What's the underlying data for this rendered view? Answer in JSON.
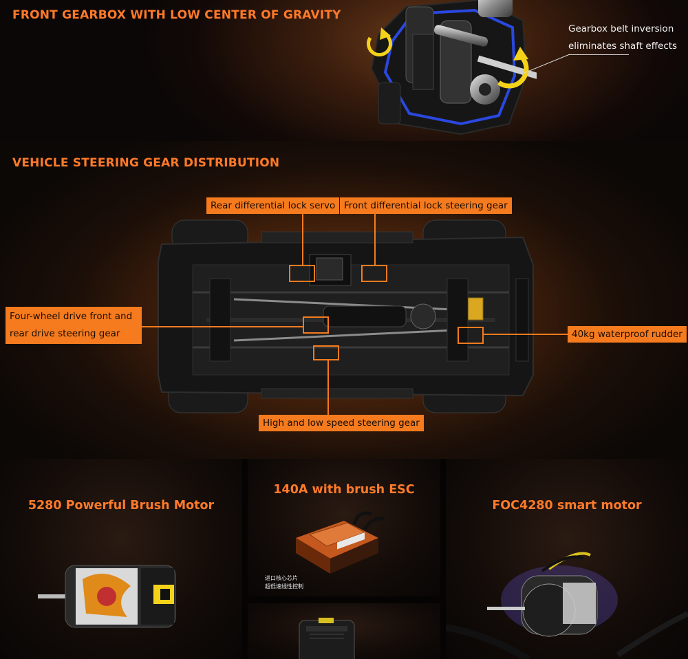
{
  "section1": {
    "title": "FRONT GEARBOX WITH LOW CENTER OF GRAVITY",
    "callout_line1": "Gearbox belt inversion",
    "callout_line2": "eliminates shaft effects"
  },
  "section2": {
    "title": "VEHICLE STEERING GEAR DISTRIBUTION",
    "tags": {
      "rear_diff_lock": "Rear differential lock servo",
      "front_diff_lock": "Front differential lock steering gear",
      "four_wheel_line1": "Four-wheel drive front and",
      "four_wheel_line2": "rear drive steering gear",
      "rudder": "40kg waterproof rudder",
      "speed_gear": "High and low speed steering gear"
    }
  },
  "bottom": {
    "panel_left_title": "5280 Powerful Brush Motor",
    "panel_mid_title": "140A with brush ESC",
    "panel_right_title": "FOC4280 smart motor",
    "esc_cn_line1": "进口核心芯片",
    "esc_cn_line2": "超低速线性控制"
  },
  "colors": {
    "accent": "#f57b1e",
    "title_orange": "#ff7a2a",
    "callout_yellow": "#f5d21a"
  }
}
